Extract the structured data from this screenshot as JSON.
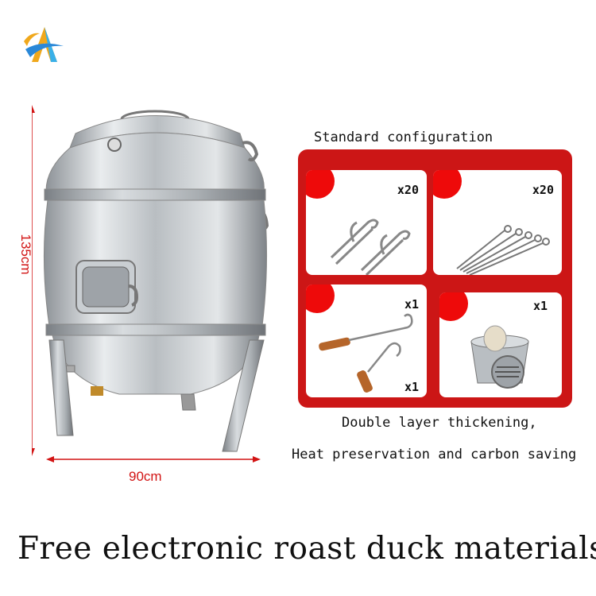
{
  "dimensions": {
    "height": "135cm",
    "width": "90cm"
  },
  "config": {
    "title": "Standard configuration",
    "items": [
      {
        "name": "hooks",
        "qty": "x20"
      },
      {
        "name": "skewers",
        "qty": "x20"
      },
      {
        "name": "hook-rod",
        "qty": "x1",
        "qty2": "x1"
      },
      {
        "name": "charcoal-basket",
        "qty": "x1"
      }
    ],
    "caption_line1": "Double layer thickening,",
    "caption_line2": "Heat preservation and carbon saving"
  },
  "headline": "Free electronic roast duck materials",
  "colors": {
    "accent": "#cc1616",
    "dot": "#ee0a0a",
    "dimension": "#d21414"
  }
}
